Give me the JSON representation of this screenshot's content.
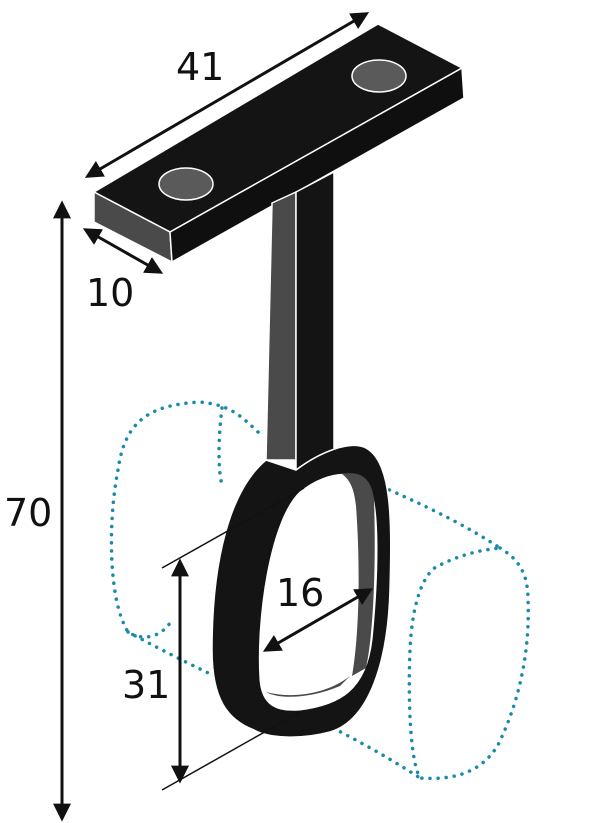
{
  "dimensions": {
    "length": "41",
    "width": "10",
    "height": "70",
    "oval_width": "16",
    "oval_height": "31"
  },
  "colors": {
    "metal_top": "#141414",
    "metal_side": "#4a4a4a",
    "metal_mid": "#2a2a2a",
    "hole": "#5a5a5a",
    "dotted_rod": "#1a8aa8",
    "dimension_line": "#111111",
    "background": "#ffffff"
  }
}
